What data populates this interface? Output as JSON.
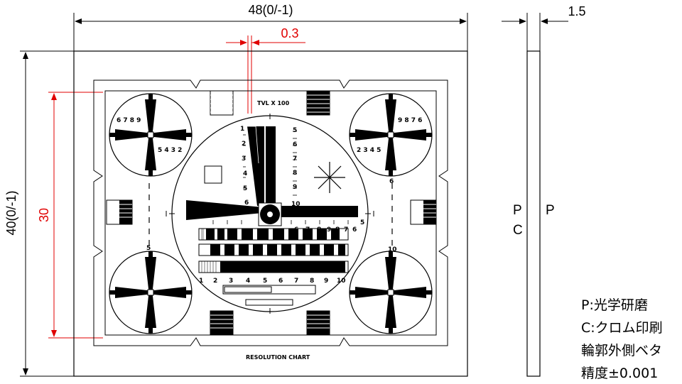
{
  "dimensions": {
    "width_label": "48(0/-1)",
    "height_label": "40(0/-1)",
    "line_width_label": "0.3",
    "inner_height_label": "30",
    "thickness_label": "1.5"
  },
  "chart": {
    "top_label": "TVL X 100",
    "bottom_label": "RESOLUTION CHART",
    "scale_top_left": [
      "1",
      "2",
      "3",
      "4",
      "5",
      "6"
    ],
    "scale_top_right": [
      "5",
      "6",
      "7",
      "8",
      "9",
      "10"
    ],
    "scale_horizontal": [
      "6",
      "7",
      "8",
      "9",
      "8",
      "7",
      "6",
      "5"
    ],
    "scale_bottom_row": [
      "1",
      "2",
      "3",
      "4",
      "5",
      "6",
      "7",
      "8",
      "9",
      "10"
    ],
    "corner_tl_digits": "6 7 8 9",
    "corner_tl_digits_2": "5 4 3 2",
    "corner_tr_digits": "9 8 7 6",
    "corner_tr_digits_2": "2 3 4 5",
    "side_5": "5",
    "side_6": "6",
    "side_10": "10"
  },
  "side_view": {
    "left_face_label_p": "P",
    "left_face_label_c": "C",
    "right_face_label_p": "P"
  },
  "legend": {
    "line1": "P:光学研磨",
    "line2": "C:クロム印刷",
    "line3": "輪郭外側ベタ",
    "line4": "精度±0.001"
  }
}
